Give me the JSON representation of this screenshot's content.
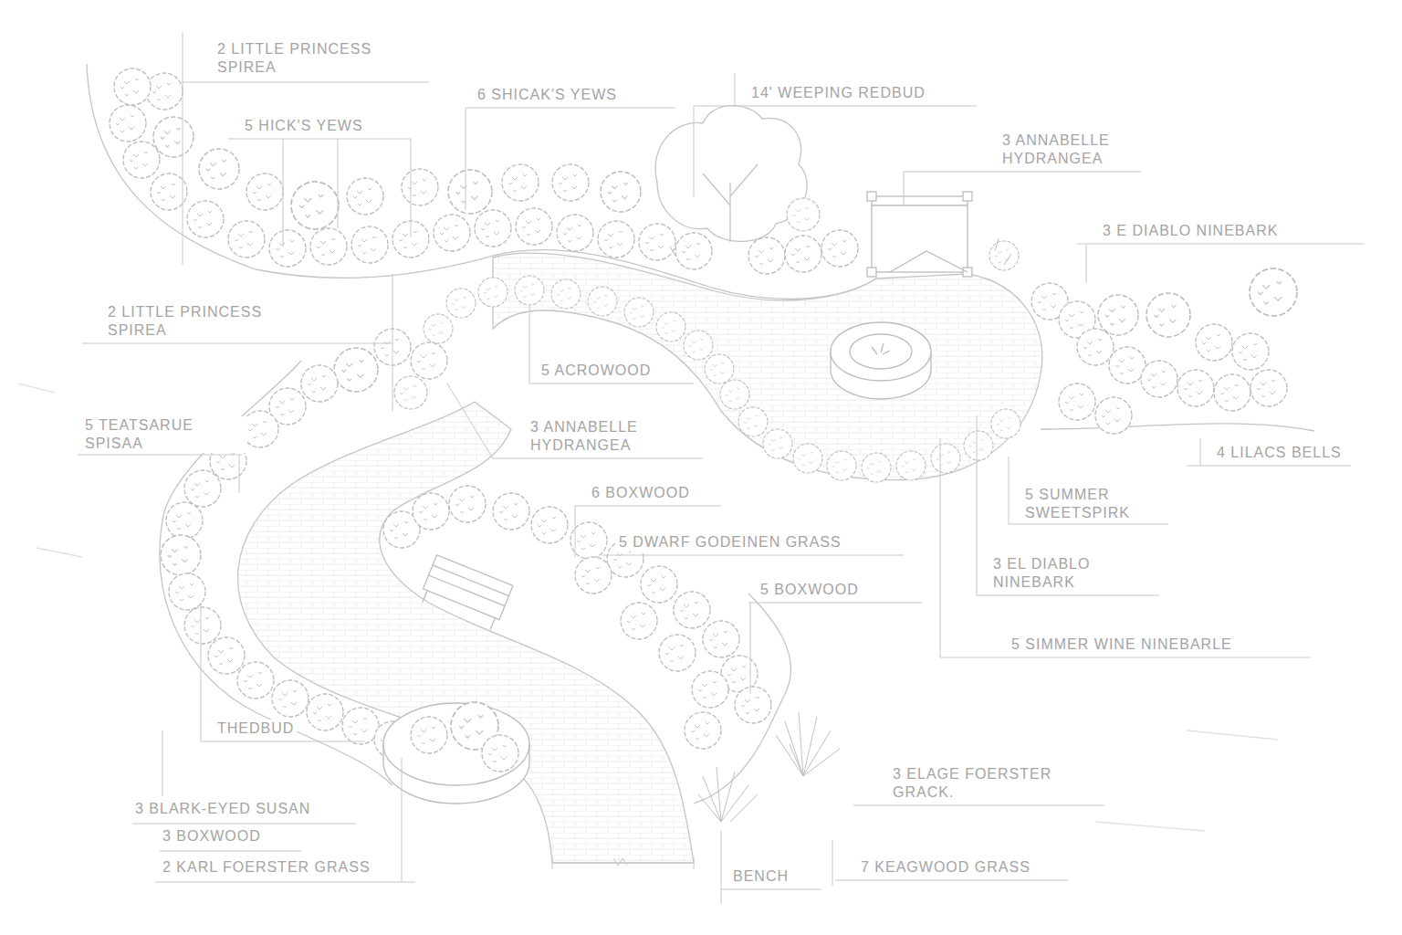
{
  "diagram": {
    "labels": [
      "2 LITTLE PRINCESS SPIREA",
      "6 SHICAK'S YEWS",
      "14' WEEPING REDBUD",
      "5 HICK'S YEWS",
      "3 ANNABELLE HYDRANGEA",
      "3 E DIABLO NINEBARK",
      "2 LITTLE PRINCESS SPIREA",
      "5 ACROWOOD",
      "5 TEATSARUE SPISAA",
      "3 ANNABELLE HYDRANGEA",
      "4 LILACS BELLS",
      "5 SUMMER SWEETSPIRK",
      "6 BOXWOOD",
      "5 DWARF GODEINEN GRASS",
      "5 BOXWOOD",
      "3 EL DIABLO NINEBARK",
      "5 SIMMER WINE NINEBARLE",
      "THEDBUD",
      "3 ELAGE FOERSTER GRACK.",
      "3 BLARK-EYED SUSAN",
      "3 BOXWOOD",
      "2 KARL FOERSTER GRASS",
      "BENCH",
      "7 KEAGWOOD GRASS"
    ]
  }
}
